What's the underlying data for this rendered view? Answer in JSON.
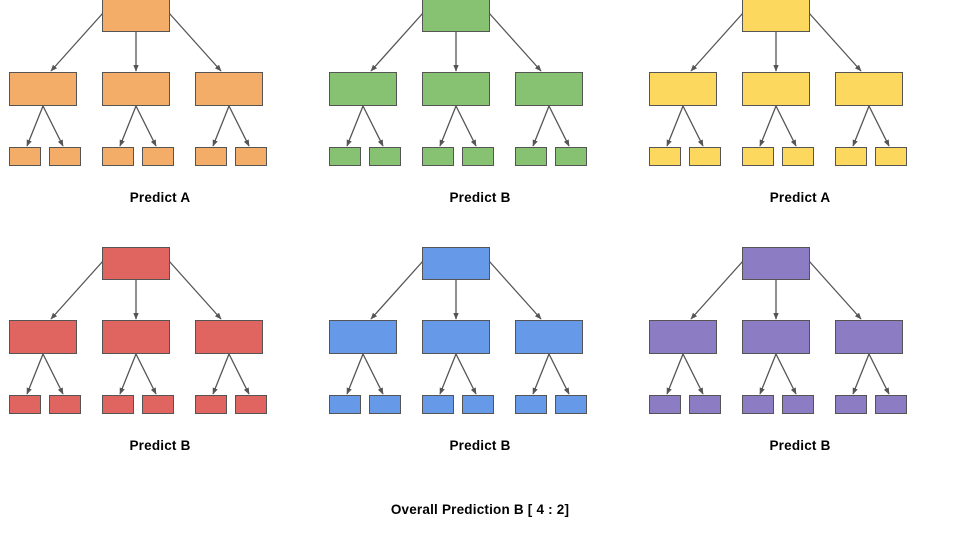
{
  "diagram": {
    "title_text": "Overall Prediction B [ 4 : 2]",
    "structure": {
      "levels": 3,
      "root_count": 1,
      "mid_count": 3,
      "leaf_count": 6,
      "description": "Random forest ensemble: six decision trees each emitting a class prediction, aggregated by majority vote"
    },
    "vote_tally": {
      "A": 2,
      "B": 4,
      "winner": "B"
    },
    "trees": [
      {
        "id": "tree-1",
        "color": "#F4AC69",
        "border_color": "#555555",
        "caption": "Predict A",
        "prediction": "A"
      },
      {
        "id": "tree-2",
        "color": "#86C271",
        "border_color": "#555555",
        "caption": "Predict B",
        "prediction": "B"
      },
      {
        "id": "tree-3",
        "color": "#FCD85E",
        "border_color": "#555555",
        "caption": "Predict A",
        "prediction": "A"
      },
      {
        "id": "tree-4",
        "color": "#E0645F",
        "border_color": "#555555",
        "caption": "Predict B",
        "prediction": "B"
      },
      {
        "id": "tree-5",
        "color": "#6699E8",
        "border_color": "#555555",
        "caption": "Predict B",
        "prediction": "B"
      },
      {
        "id": "tree-6",
        "color": "#8B7CC3",
        "border_color": "#555555",
        "caption": "Predict B",
        "prediction": "B"
      }
    ],
    "arrow_color": "#555555",
    "background_color": "#FFFFFF"
  }
}
